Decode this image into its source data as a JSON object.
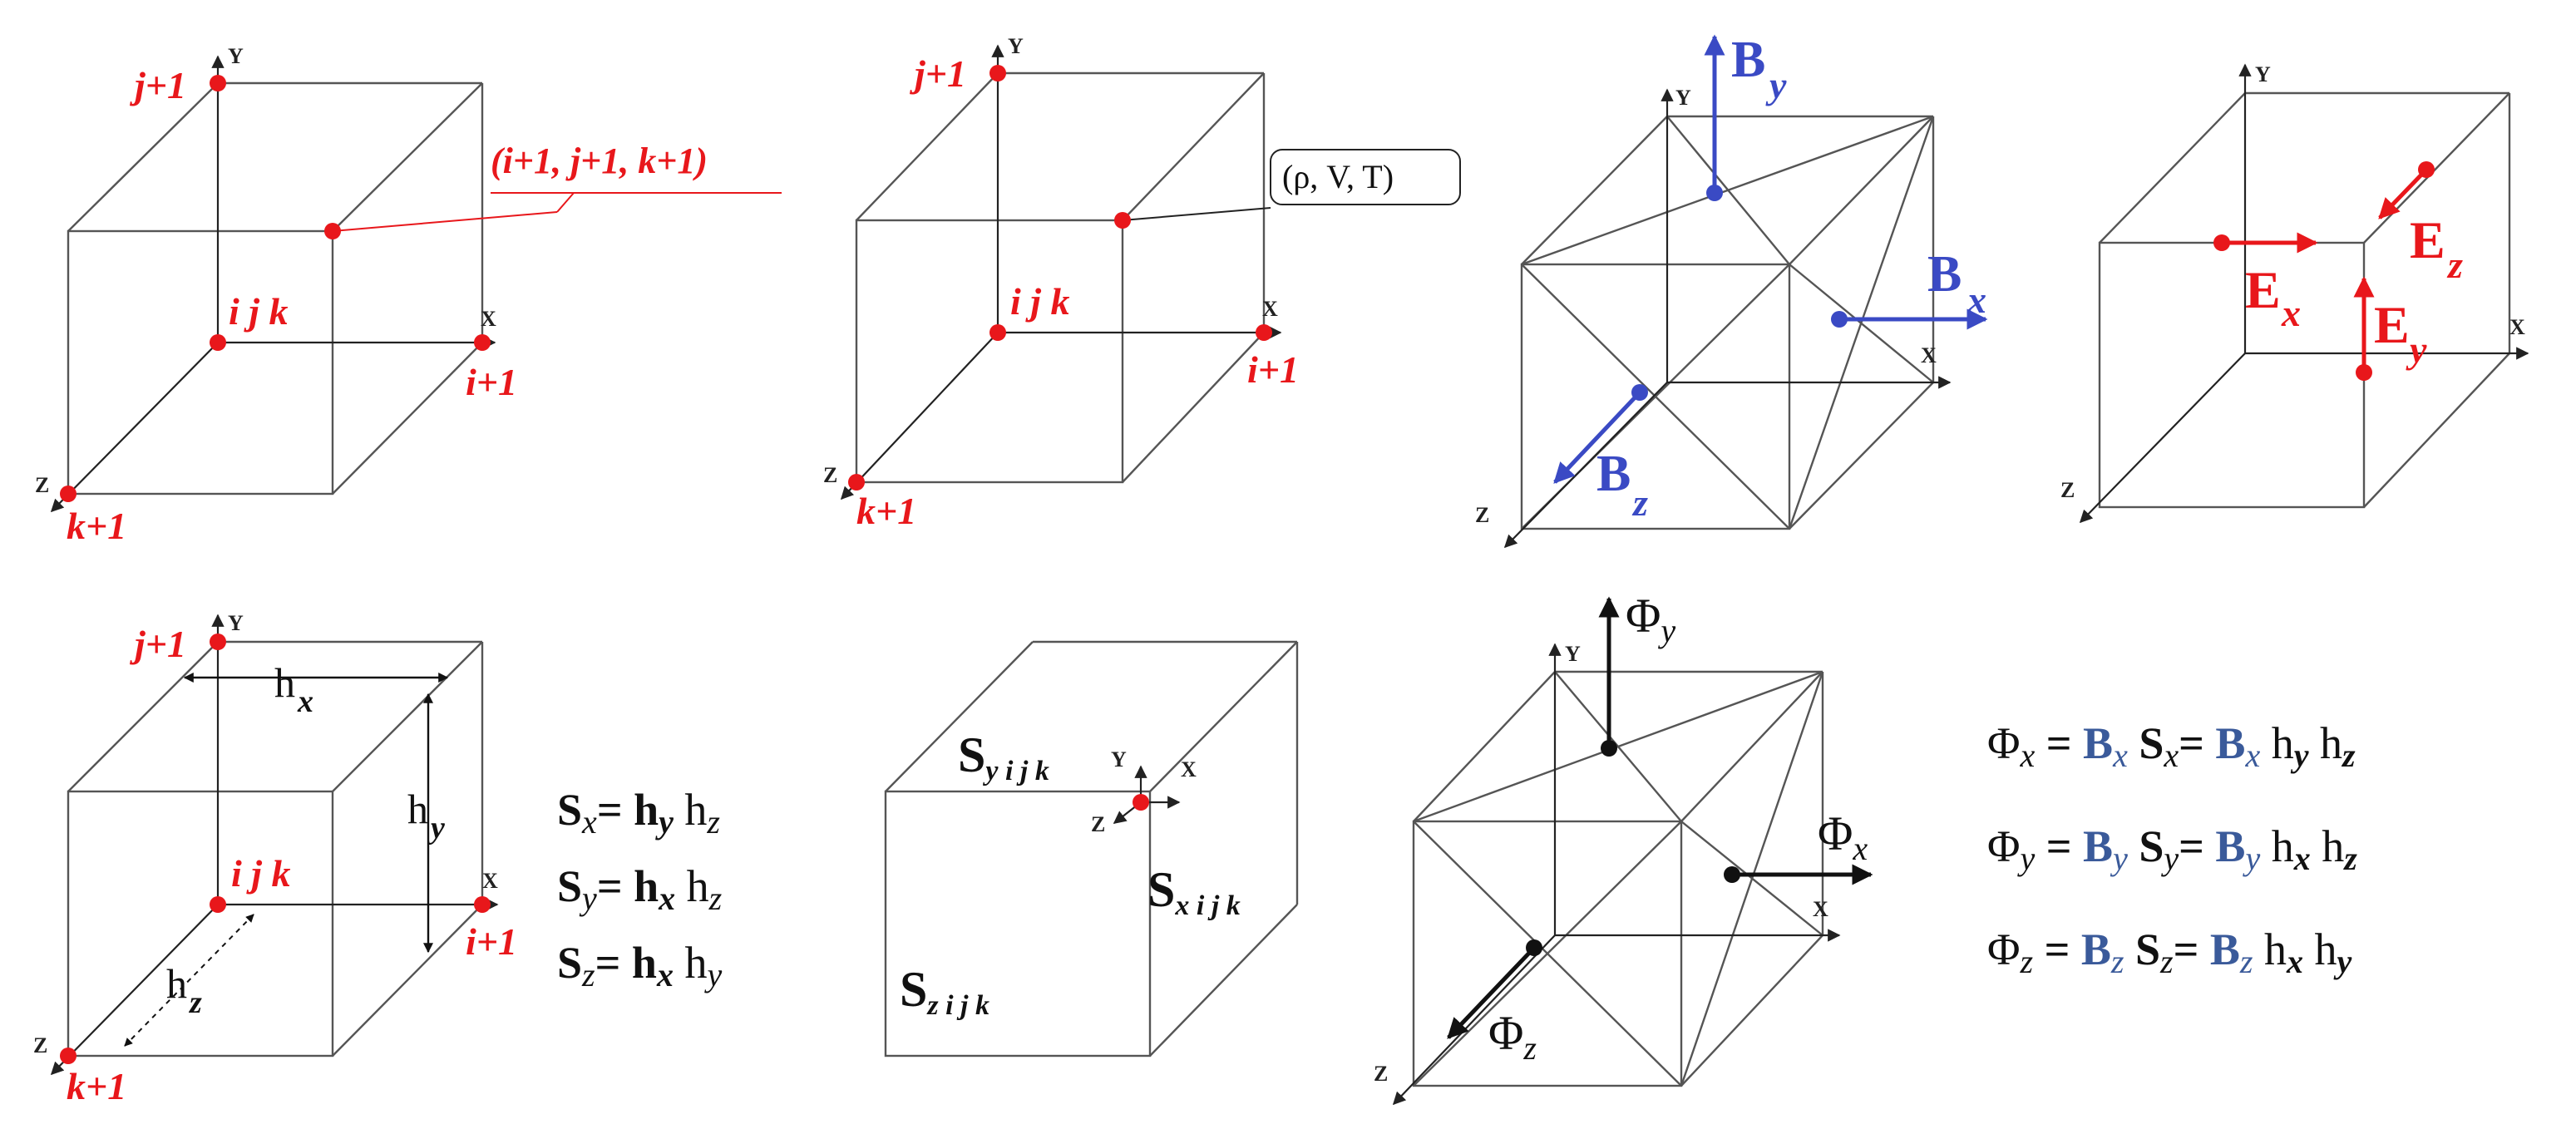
{
  "panel1": {
    "label_top": "j+1",
    "label_center": "i j k",
    "label_right": "i+1",
    "label_bottom": "k+1",
    "corner_label": "(i+1,  j+1, k+1)",
    "axis_x": "X",
    "axis_y": "Y",
    "axis_z": "Z"
  },
  "panel2": {
    "label_top": "j+1",
    "label_center": "i j k",
    "label_right": "i+1",
    "label_bottom": "k+1",
    "callout": "(ρ, V, T)",
    "axis_x": "X",
    "axis_y": "Y",
    "axis_z": "Z"
  },
  "panel3": {
    "bx": "B",
    "bx_sub": "x",
    "by": "B",
    "by_sub": "y",
    "bz": "B",
    "bz_sub": "z",
    "axis_x": "X",
    "axis_y": "Y",
    "axis_z": "Z"
  },
  "panel4": {
    "ex": "E",
    "ex_sub": "x",
    "ey": "E",
    "ey_sub": "y",
    "ez": "E",
    "ez_sub": "z",
    "axis_x": "X",
    "axis_y": "Y",
    "axis_z": "Z"
  },
  "panel5": {
    "label_top": "j+1",
    "label_center": "i j k",
    "label_right": "i+1",
    "label_bottom": "k+1",
    "hx": "h",
    "hx_sub": "x",
    "hy": "h",
    "hy_sub": "y",
    "hz": "h",
    "hz_sub": "z",
    "axis_x": "X",
    "axis_y": "Y",
    "axis_z": "Z"
  },
  "area_formulas": {
    "sx_lhs": "S",
    "sx_lhs_sub": "x",
    "sx_rhs": "= h",
    "sx_r1": "y",
    "sx_h2": " h",
    "sx_r2": "z",
    "sy_lhs": "S",
    "sy_lhs_sub": "y",
    "sy_rhs": "= h",
    "sy_r1": "x",
    "sy_h2": " h",
    "sy_r2": "z",
    "sz_lhs": "S",
    "sz_lhs_sub": "z",
    "sz_rhs": "= h",
    "sz_r1": "x",
    "sz_h2": " h",
    "sz_r2": "y"
  },
  "panel6": {
    "sy": "S",
    "sy_sub": "y i j k",
    "sx": "S",
    "sx_sub": "x i j k",
    "sz": "S",
    "sz_sub": "z i j k",
    "axis_x": "X",
    "axis_y": "Y",
    "axis_z": "Z"
  },
  "panel7": {
    "phix": "Φ",
    "phix_sub": "x",
    "phiy": "Φ",
    "phiy_sub": "y",
    "phiz": "Φ",
    "phiz_sub": "z",
    "axis_x": "X",
    "axis_y": "Y",
    "axis_z": "Z"
  },
  "flux_formulas": {
    "rows": [
      {
        "phi": "Φ",
        "phi_sub": "x",
        "eq1": " = ",
        "b": "B",
        "b_sub": "x",
        "s": " S",
        "s_sub": "x",
        "eq2": "= ",
        "b2": "B",
        "b2_sub": "x",
        "h1": " h",
        "h1_sub": "y",
        "h2": " h",
        "h2_sub": "z"
      },
      {
        "phi": "Φ",
        "phi_sub": "y",
        "eq1": " = ",
        "b": "B",
        "b_sub": "y",
        "s": " S",
        "s_sub": "y",
        "eq2": "= ",
        "b2": "B",
        "b2_sub": "y",
        "h1": " h",
        "h1_sub": "x",
        "h2": " h",
        "h2_sub": "z"
      },
      {
        "phi": "Φ",
        "phi_sub": "z",
        "eq1": " = ",
        "b": "B",
        "b_sub": "z",
        "s": " S",
        "s_sub": "z",
        "eq2": "= ",
        "b2": "B",
        "b2_sub": "z",
        "h1": " h",
        "h1_sub": "x",
        "h2": " h",
        "h2_sub": "y"
      }
    ]
  },
  "colors": {
    "red": "#e8171b",
    "blue": "#3a4ac4",
    "formula_blue": "#3a5a9a",
    "edge": "#555555"
  }
}
